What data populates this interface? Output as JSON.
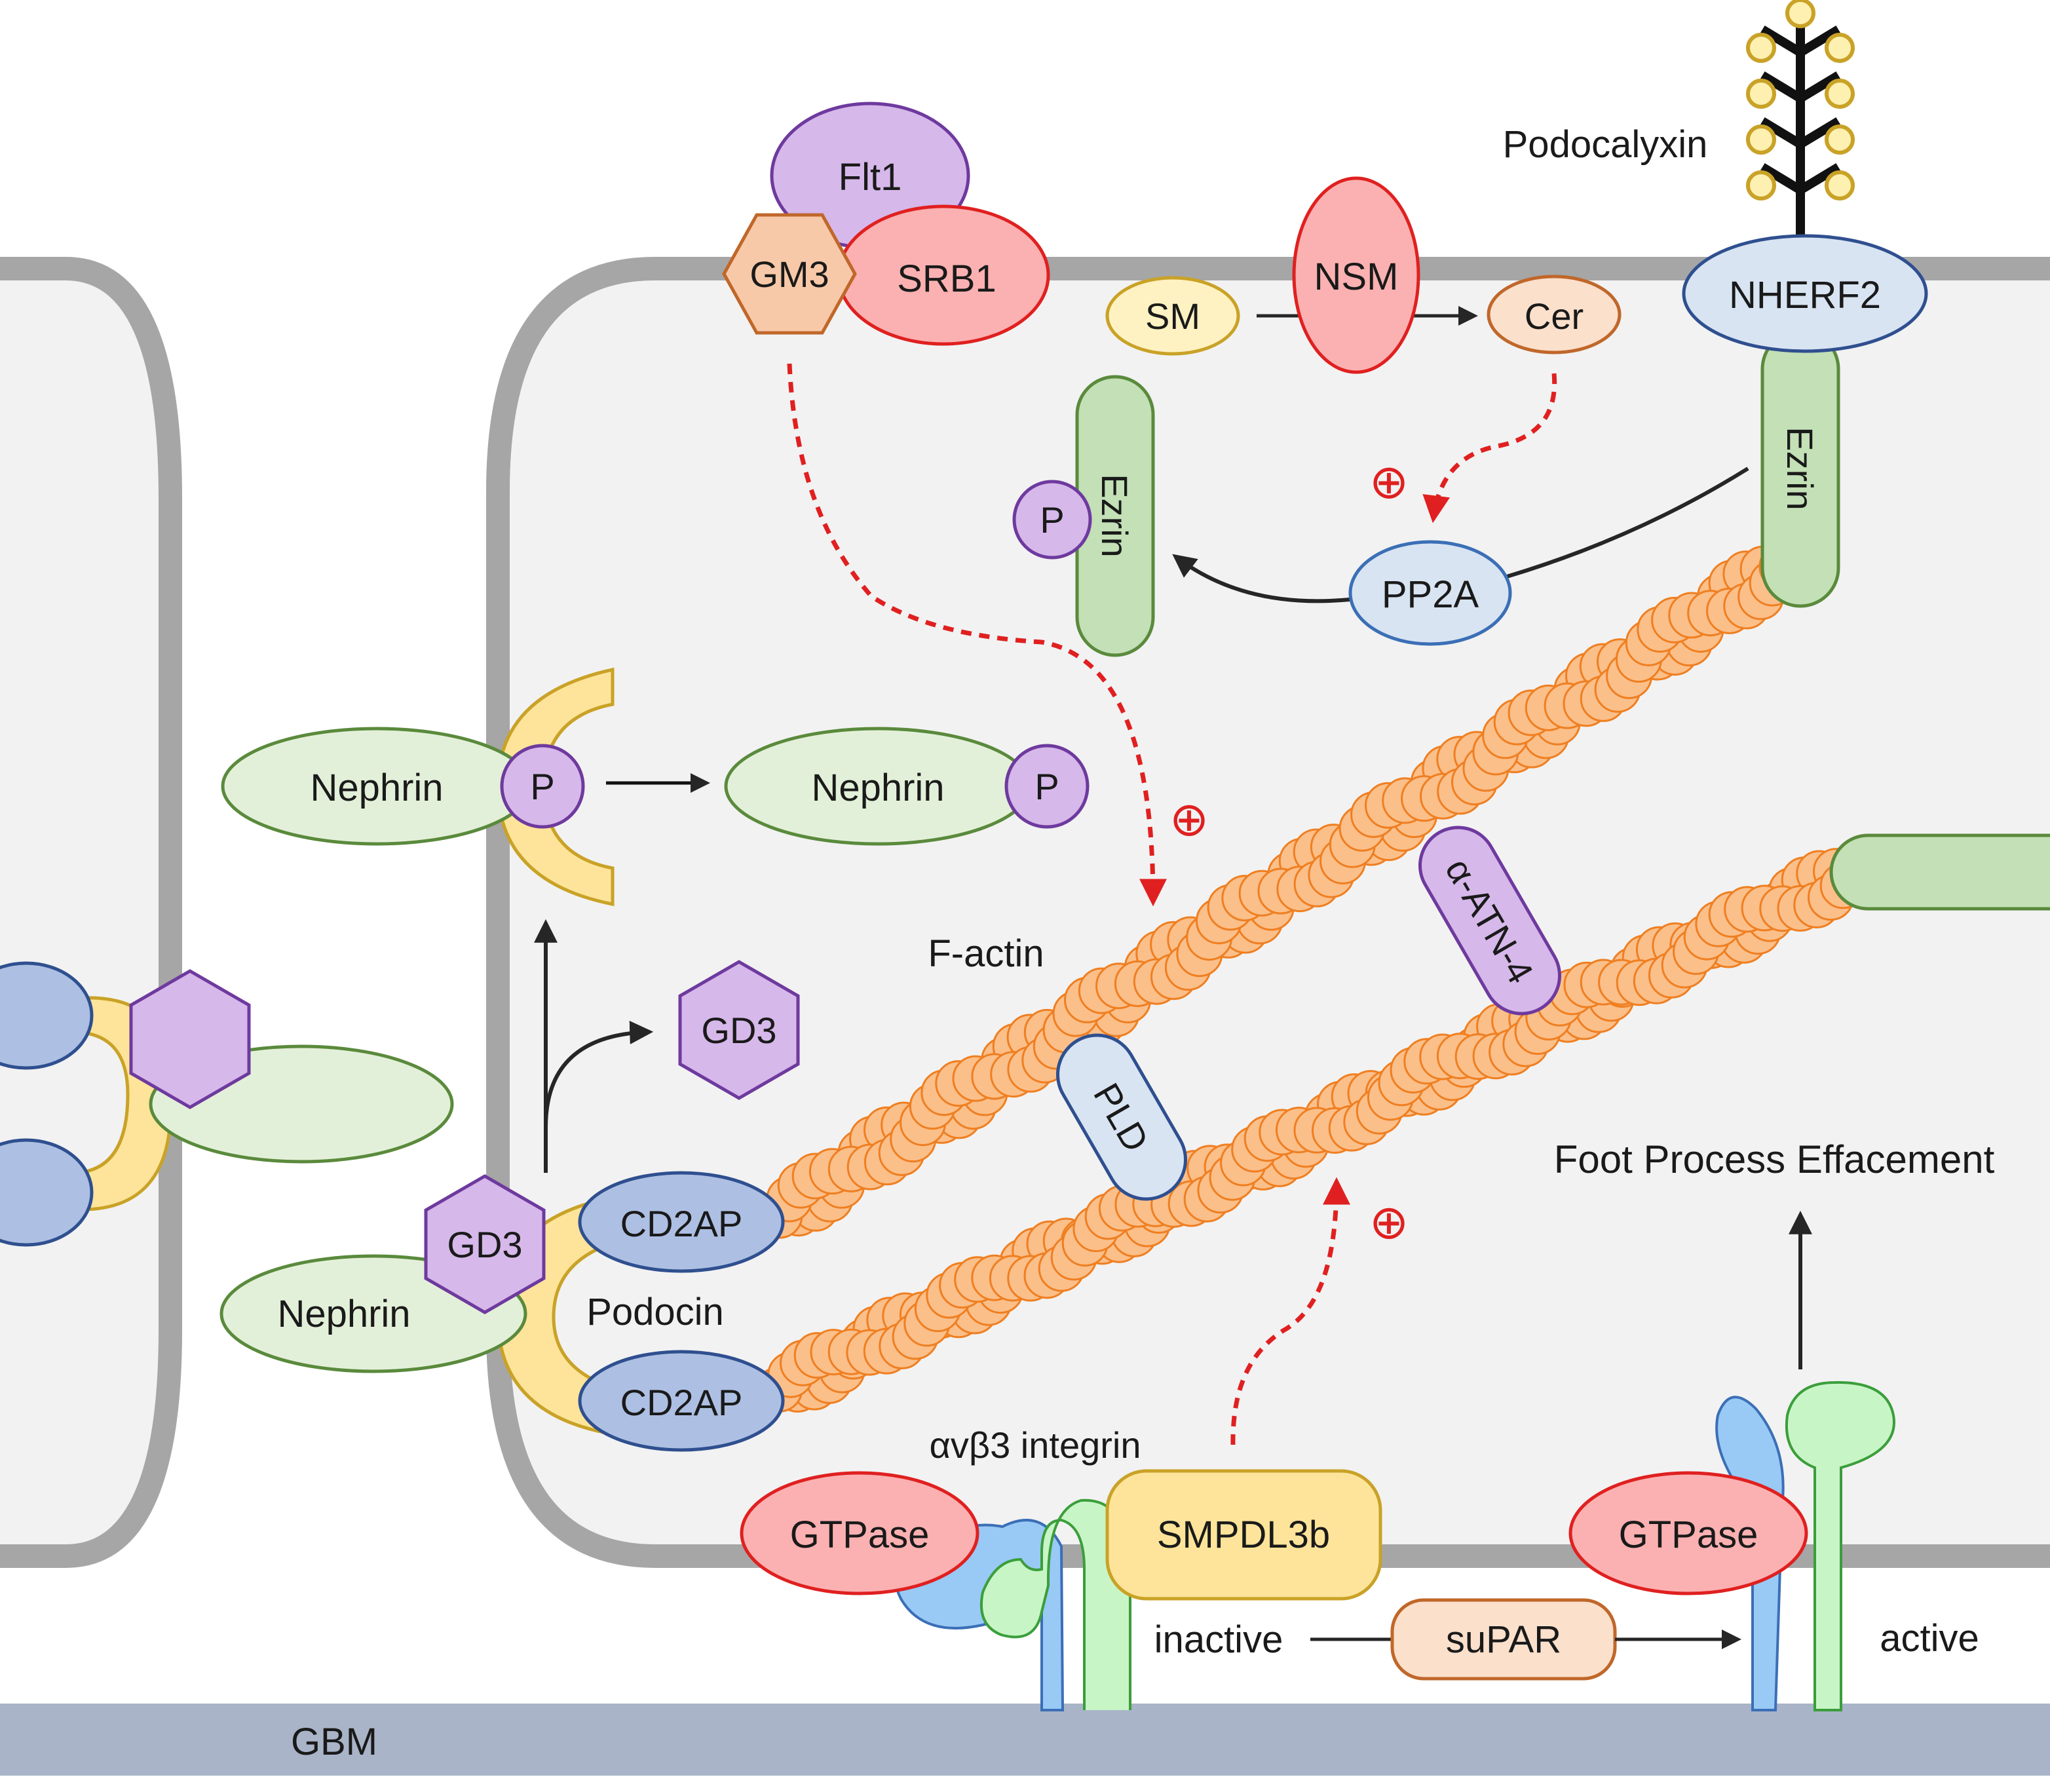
{
  "labels": {
    "flt1": "Flt1",
    "gm3": "GM3",
    "srb1": "SRB1",
    "sm": "SM",
    "nsm": "NSM",
    "cer": "Cer",
    "podocalyxin": "Podocalyxin",
    "nherf2": "NHERF2",
    "ezrin_membrane": "Ezrin",
    "ezrin_phospho": "Ezrin",
    "p_ezrin": "P",
    "pp2a": "PP2A",
    "plus_cer": "⊕",
    "plus_gm3": "⊕",
    "plus_smpdl": "⊕",
    "nephrin_left": "Nephrin",
    "p_nephrin_left": "P",
    "nephrin_right": "Nephrin",
    "p_nephrin_right": "P",
    "factin": "F-actin",
    "gd3_free": "GD3",
    "gd3_bound": "GD3",
    "nephrin_bottom": "Nephrin",
    "podocin": "Podocin",
    "cd2ap_top": "CD2AP",
    "cd2ap_bottom": "CD2AP",
    "pld": "PLD",
    "atn4": "α-ATN-4",
    "foot_process": "Foot Process Effacement",
    "integrin": "αvβ3 integrin",
    "gtpase_left": "GTPase",
    "smpdl3b": "SMPDL3b",
    "inactive": "inactive",
    "supar": "suPAR",
    "gtpase_right": "GTPase",
    "active": "active",
    "gbm": "GBM"
  },
  "colors": {
    "cell_fill": "#f2f2f2",
    "cell_border": "#a6a6a6",
    "gbm": "#a9b4c8",
    "actin_fill": "#fbbf8a",
    "actin_stroke": "#ef7f21",
    "purple_fill": "#d6b8ea",
    "purple_stroke": "#6e3a9e",
    "red_fill": "#fbb1b1",
    "red_stroke": "#e02020",
    "green_fill": "#c3e0b6",
    "green_stroke": "#5a8a3c",
    "pale_green_fill": "#e3f0d9",
    "blue_fill": "#adc0e3",
    "blue_stroke": "#2f4f8f",
    "light_blue_fill": "#d8e4f2",
    "light_blue_stroke": "#3b6fb6",
    "yellow_fill": "#fde49a",
    "yellow_stroke": "#c9a227",
    "peach_fill": "#fbe0cc",
    "peach_stroke": "#c0672a",
    "orange_fill": "#f8c9a8",
    "orange_stroke": "#c0672a",
    "arrow_red": "#e02020",
    "arrow_dark": "#262626",
    "integrin_blue": "#99c9f5",
    "integrin_green": "#c8f5c6"
  }
}
